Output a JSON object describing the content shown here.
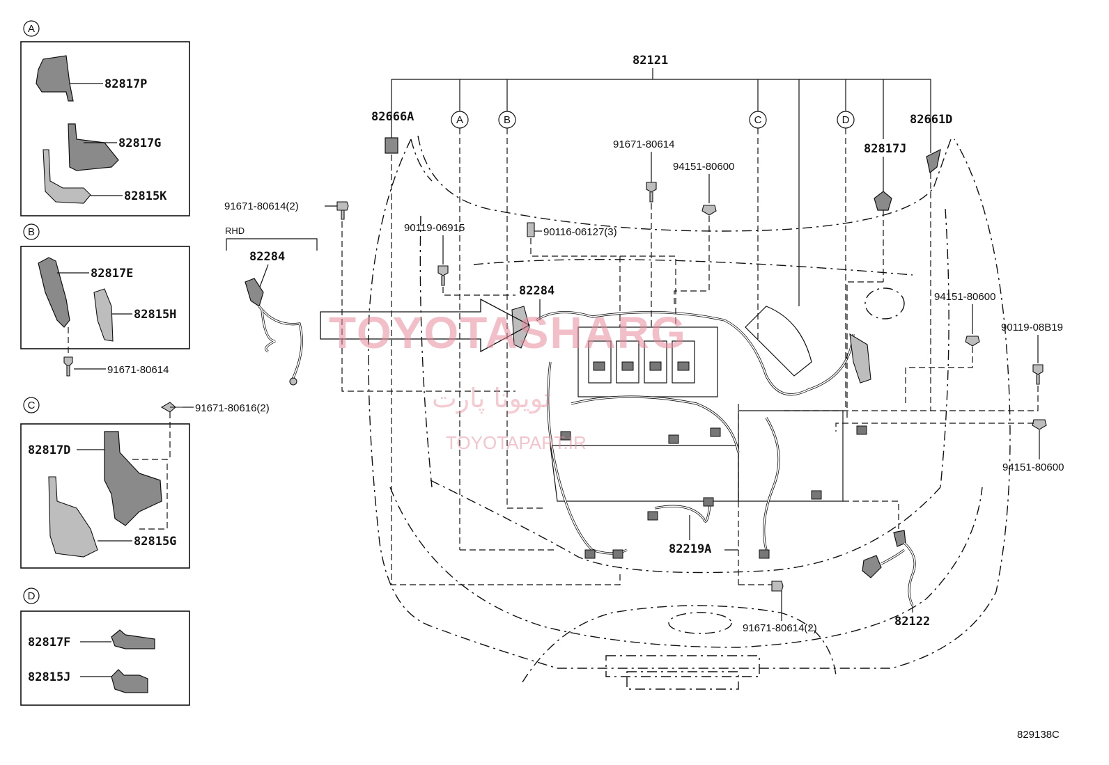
{
  "diagram_code": "829138C",
  "main_part": "82121",
  "watermark": {
    "line1": "TOYOTASHARG",
    "line2": "تویوتا پارت",
    "line3": "TOYOTAPART.IR"
  },
  "insets": {
    "A": {
      "letter": "A",
      "parts": [
        "82817P",
        "82817G",
        "82815K"
      ]
    },
    "B": {
      "letter": "B",
      "parts": [
        "82817E",
        "82815H"
      ],
      "bolt": "91671-80614"
    },
    "C": {
      "letter": "C",
      "parts": [
        "82817D",
        "82815G"
      ],
      "bolt": "91671-80616(2)"
    },
    "D": {
      "letter": "D",
      "parts": [
        "82817F",
        "82815J"
      ]
    }
  },
  "rhd": {
    "label": "RHD",
    "part": "82284",
    "bolt": "91671-80614(2)"
  },
  "callouts": {
    "p82666A": "82666A",
    "p82661D": "82661D",
    "p82817J": "82817J",
    "p91671_top": "91671-80614",
    "p94151_top": "94151-80600",
    "p90119_06915": "90119-06915",
    "p90116": "90116-06127(3)",
    "p82284_main": "82284",
    "p94151_right1": "94151-80600",
    "p90119_08B19": "90119-08B19",
    "p94151_right2": "94151-80600",
    "p82219A": "82219A",
    "p91671_bottom": "91671-80614(2)",
    "p82122": "82122"
  },
  "circle_letters": [
    "A",
    "B",
    "C",
    "D"
  ]
}
